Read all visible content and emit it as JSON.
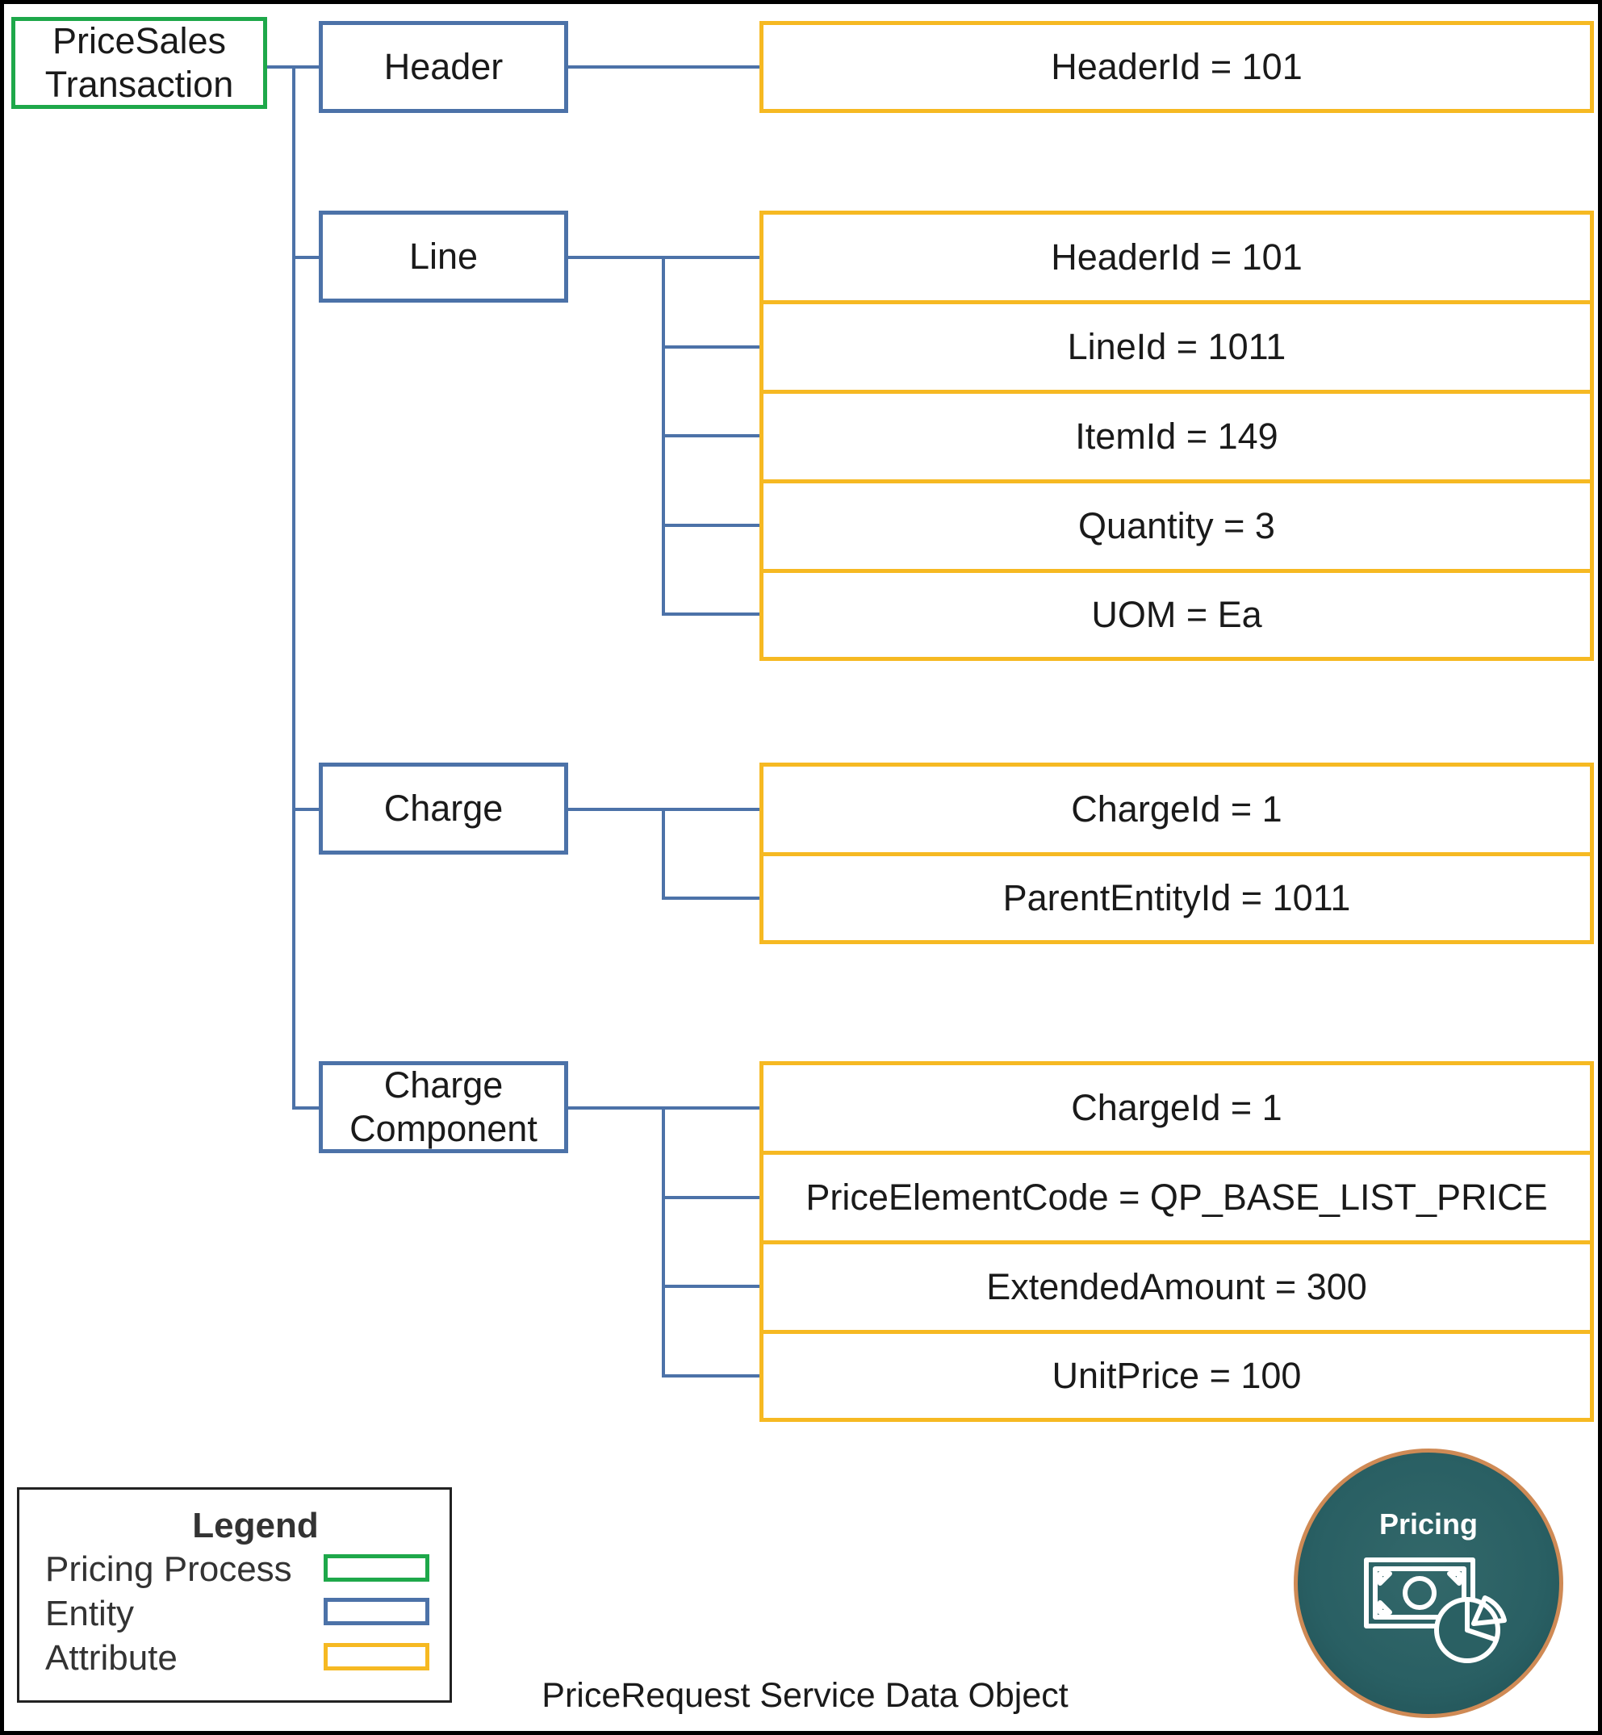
{
  "process": {
    "label": "PriceSales\nTransaction"
  },
  "entities": [
    {
      "key": "header",
      "label": "Header"
    },
    {
      "key": "line",
      "label": "Line"
    },
    {
      "key": "charge",
      "label": "Charge"
    },
    {
      "key": "charge_component",
      "label": "Charge\nComponent"
    }
  ],
  "attributes": {
    "header": [
      "HeaderId = 101"
    ],
    "line": [
      "HeaderId = 101",
      "LineId = 1011",
      "ItemId = 149",
      "Quantity = 3",
      "UOM = Ea"
    ],
    "charge": [
      "ChargeId = 1",
      "ParentEntityId = 1011"
    ],
    "charge_component": [
      "ChargeId = 1",
      "PriceElementCode = QP_BASE_LIST_PRICE",
      "ExtendedAmount = 300",
      "UnitPrice = 100"
    ]
  },
  "legend": {
    "title": "Legend",
    "items": [
      {
        "label": "Pricing Process",
        "color": "#1ea84a"
      },
      {
        "label": "Entity",
        "color": "#4c72a8"
      },
      {
        "label": "Attribute",
        "color": "#f6b922"
      }
    ]
  },
  "caption": "PriceRequest Service Data Object",
  "badge": {
    "label": "Pricing",
    "icon": "pricing-money-chart-icon",
    "bg_color": "#2a6063",
    "ring_color": "#cf8a55"
  },
  "colors": {
    "process": "#1ea84a",
    "entity": "#4c72a8",
    "attribute": "#f6b922",
    "connector": "#4c72a8"
  }
}
